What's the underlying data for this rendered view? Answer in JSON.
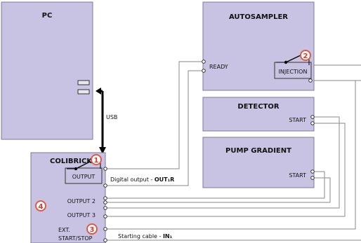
{
  "blocks": {
    "pc": {
      "title": "PC"
    },
    "autosampler": {
      "title": "AUTOSAMPLER",
      "ready": "READY",
      "injection": "INJECTION"
    },
    "detector": {
      "title": "DETECTOR",
      "start": "START"
    },
    "pump": {
      "title": "PUMP GRADIENT",
      "start": "START"
    },
    "colibrick": {
      "title": "COLIBRICK",
      "output": "OUTPUT",
      "output2": "OUTPUT 2",
      "output3": "OUTPUT 3",
      "ext1": "EXT.",
      "ext2": "START/STOP"
    }
  },
  "connections": {
    "usb": "USB",
    "digital_output_prefix": "Digital output - ",
    "digital_output_bold": "OUT₁R",
    "starting_cable_prefix": "Starting cable - ",
    "starting_cable_bold": "IN₁"
  },
  "badges": {
    "b1": "1",
    "b2": "2",
    "b3": "3",
    "b4": "4"
  },
  "colors": {
    "box_fill": "#c9c3e3",
    "badge_ring": "#e05a45",
    "wire": "#8a8a8a"
  }
}
